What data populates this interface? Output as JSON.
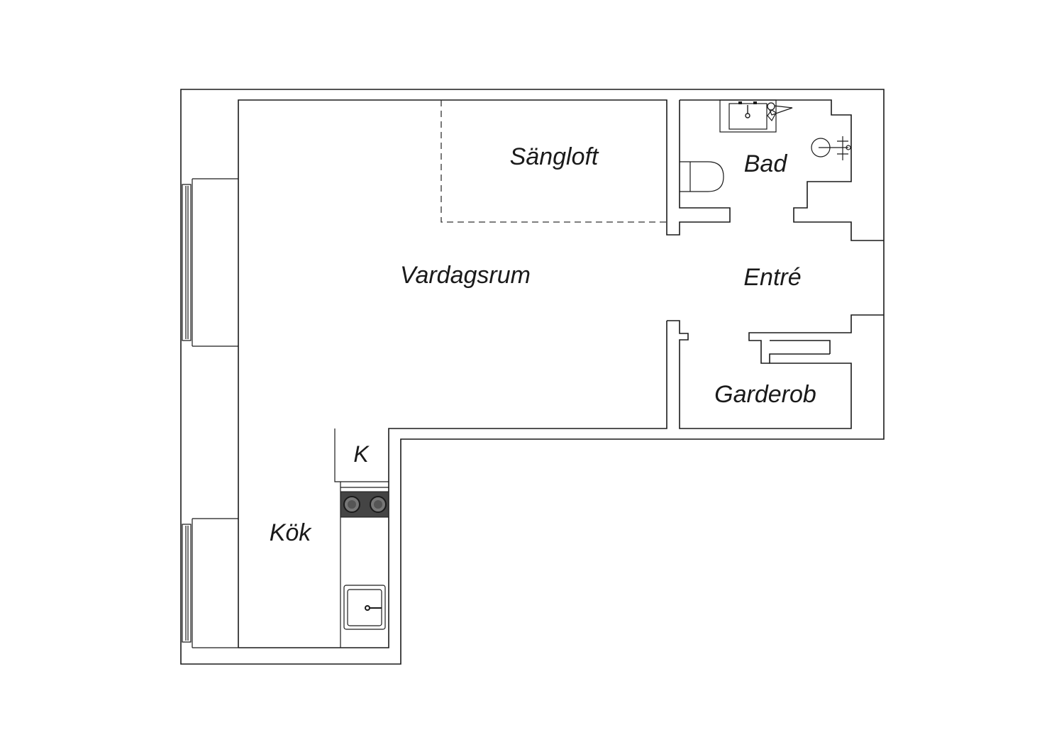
{
  "rooms": {
    "bed_loft": "Sängloft",
    "living_room": "Vardagsrum",
    "bathroom": "Bad",
    "entrance": "Entré",
    "wardrobe": "Garderob",
    "kitchen": "Kök",
    "cupboard": "K"
  },
  "colors": {
    "line": "#1a1a1a",
    "hob": "#444444",
    "background": "#ffffff"
  }
}
